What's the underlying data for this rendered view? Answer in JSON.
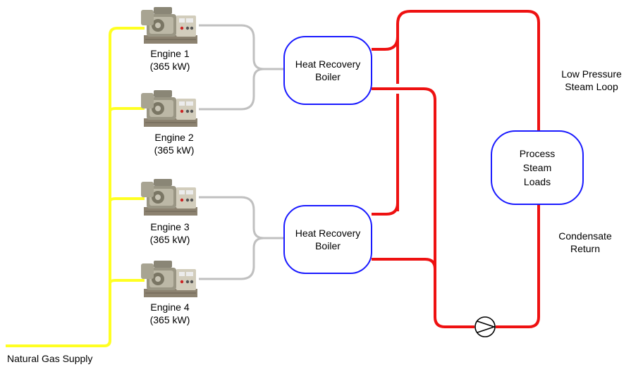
{
  "engines": [
    {
      "name": "Engine 1",
      "rating": "(365 kW)"
    },
    {
      "name": "Engine 2",
      "rating": "(365 kW)"
    },
    {
      "name": "Engine 3",
      "rating": "(365 kW)"
    },
    {
      "name": "Engine 4",
      "rating": "(365 kW)"
    }
  ],
  "boilers": [
    {
      "line1": "Heat Recovery",
      "line2": "Boiler"
    },
    {
      "line1": "Heat Recovery",
      "line2": "Boiler"
    }
  ],
  "process": {
    "line1": "Process",
    "line2": "Steam",
    "line3": "Loads"
  },
  "labels": {
    "steam_loop_1": "Low Pressure",
    "steam_loop_2": "Steam Loop",
    "condensate_1": "Condensate",
    "condensate_2": "Return",
    "gas_supply": "Natural Gas Supply"
  },
  "colors": {
    "gas_line": "#ffff22",
    "exhaust_line": "#c0c0c0",
    "steam_line": "#ee1111",
    "vessel_outline": "#1a1aff"
  }
}
